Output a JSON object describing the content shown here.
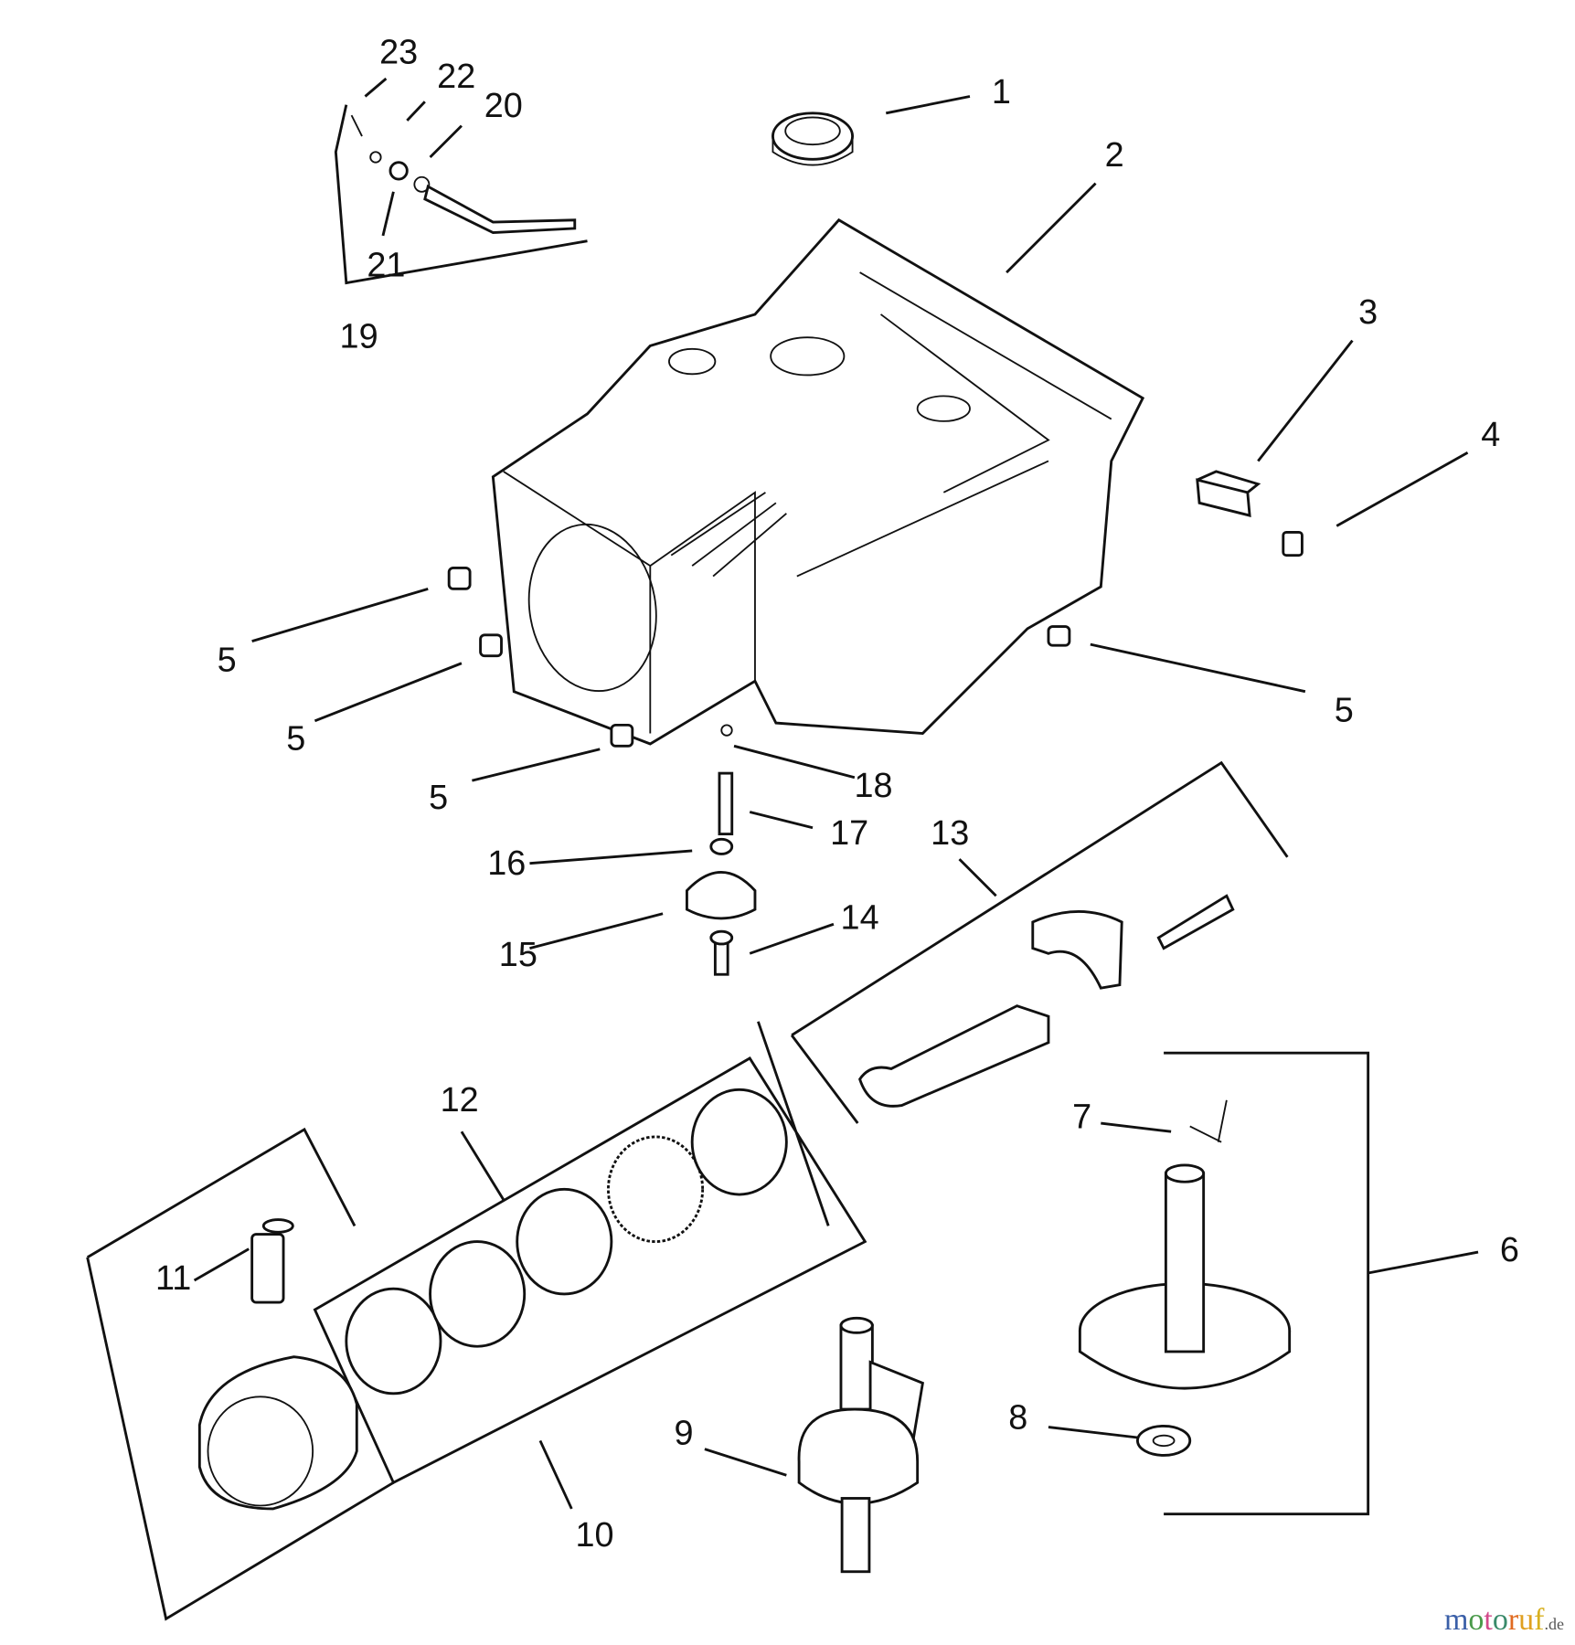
{
  "callouts": {
    "c1": "1",
    "c2": "2",
    "c3": "3",
    "c4": "4",
    "c5a": "5",
    "c5b": "5",
    "c5c": "5",
    "c5d": "5",
    "c6": "6",
    "c7": "7",
    "c8": "8",
    "c9": "9",
    "c10": "10",
    "c11": "11",
    "c12": "12",
    "c13": "13",
    "c14": "14",
    "c15": "15",
    "c16": "16",
    "c17": "17",
    "c18": "18",
    "c19": "19",
    "c20": "20",
    "c21": "21",
    "c22": "22",
    "c23": "23"
  },
  "watermark": {
    "name": "motoruf",
    "suffix": ".de"
  }
}
